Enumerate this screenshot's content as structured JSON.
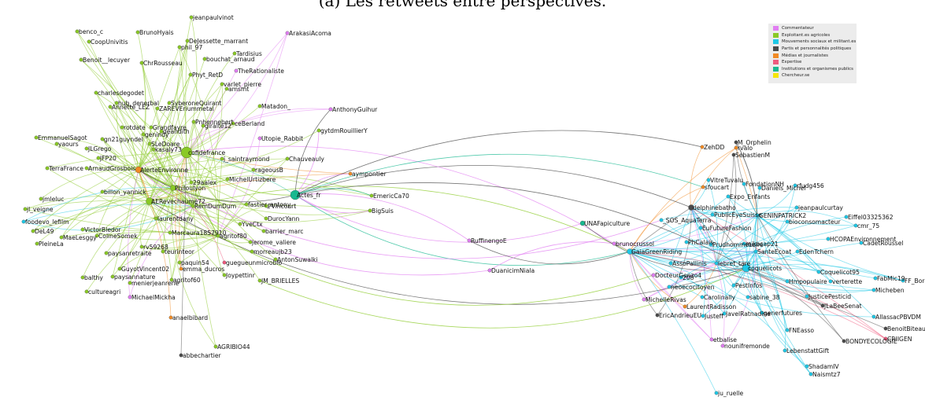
{
  "caption": "(a) Les retweets entre perspectives.",
  "legend": [
    {
      "label": "Commentateur",
      "color": "#e17ef2"
    },
    {
      "label": "Exploitant.es agricoles",
      "color": "#8ac926"
    },
    {
      "label": "Mouvements sociaux et militant.es",
      "color": "#1ec8e6"
    },
    {
      "label": "Partis et personnalités politiques",
      "color": "#4a4a4a"
    },
    {
      "label": "Médias et journalistes",
      "color": "#f08a24"
    },
    {
      "label": "Expertise",
      "color": "#ee5a7e"
    },
    {
      "label": "Institutions et organismes publics",
      "color": "#18b890"
    },
    {
      "label": "Chercheur.se",
      "color": "#f5e50a"
    }
  ],
  "nodes": [
    {
      "id": "jeanpaulvinot",
      "label": "jeanpaulvinot",
      "cat": 1
    },
    {
      "id": "benco_c",
      "label": "benco_c",
      "cat": 1
    },
    {
      "id": "CoopUnivitis",
      "label": "CoopUnivitis",
      "cat": 1
    },
    {
      "id": "BrunoHyais",
      "label": "BrunoHyais",
      "cat": 1
    },
    {
      "id": "DeJessette_marrant",
      "label": "DeJessette_marrant",
      "cat": 1
    },
    {
      "id": "phil_97",
      "label": "phil_97",
      "cat": 1
    },
    {
      "id": "ArakasiAcoma",
      "label": "ArakasiAcoma",
      "cat": 0
    },
    {
      "id": "Tardisius",
      "label": "Tardisius",
      "cat": 1
    },
    {
      "id": "Benoit_lecuyer",
      "label": "Benoit__lecuyer",
      "cat": 1
    },
    {
      "id": "ChrRousseau",
      "label": "ChrRousseau",
      "cat": 1
    },
    {
      "id": "bouchat_arnaud",
      "label": "bouchat_arnaud",
      "cat": 1
    },
    {
      "id": "TheRationaliste",
      "label": "TheRationaliste",
      "cat": 0
    },
    {
      "id": "Phyt_RetD",
      "label": "Phyt_RetD",
      "cat": 1
    },
    {
      "id": "varlet_pierre",
      "label": "varlet_pierre",
      "cat": 1
    },
    {
      "id": "amsmt",
      "label": "amsmt",
      "cat": 1
    },
    {
      "id": "charlesdegodet",
      "label": "charlesdegodet",
      "cat": 1
    },
    {
      "id": "Matadon_",
      "label": "Matadon_",
      "cat": 1
    },
    {
      "id": "hub_denerbal",
      "label": "hub_denerbal",
      "cat": 1
    },
    {
      "id": "SyberoneQuirant",
      "label": "SyberoneQuirant",
      "cat": 1
    },
    {
      "id": "AnthonyGuihur",
      "label": "AnthonyGuihur",
      "cat": 0
    },
    {
      "id": "AnnetteLEZ",
      "label": "Annette_LEZ",
      "cat": 1
    },
    {
      "id": "ZAREVEriummetal",
      "label": "ZAREVEriummetal",
      "cat": 1
    },
    {
      "id": "Pnhennebert",
      "label": "Pnhennebert",
      "cat": 1
    },
    {
      "id": "giralte12",
      "label": "giralte12",
      "cat": 1
    },
    {
      "id": "ceBerland",
      "label": "ceBerland",
      "cat": 1
    },
    {
      "id": "rotdate",
      "label": "rotdate",
      "cat": 1
    },
    {
      "id": "Grandfayre",
      "label": "Grandfayre",
      "cat": 1
    },
    {
      "id": "genindy",
      "label": "genindy",
      "cat": 1
    },
    {
      "id": "deandith",
      "label": "deandith",
      "cat": 1
    },
    {
      "id": "gytdmRouillierY",
      "label": "gytdmRouillierY",
      "cat": 1
    },
    {
      "id": "EmmanuelSagot",
      "label": "EmmanuelSagot",
      "cat": 1
    },
    {
      "id": "gn21guyndel",
      "label": "gn21guyndel",
      "cat": 1
    },
    {
      "id": "Utopie_Rabbit",
      "label": "Utopie_Rabbit",
      "cat": 0
    },
    {
      "id": "yaours",
      "label": "yaours",
      "cat": 1
    },
    {
      "id": "JLGrego",
      "label": "JLGrego",
      "cat": 1
    },
    {
      "id": "SLeDoare",
      "label": "SLeDoare",
      "cat": 1
    },
    {
      "id": "cofidefrance",
      "label": "cofidefrance",
      "cat": 1
    },
    {
      "id": "kasaly73",
      "label": "kasaly73",
      "cat": 1
    },
    {
      "id": "j_saintraymond",
      "label": "j_saintraymond",
      "cat": 1
    },
    {
      "id": "Chauveauly",
      "label": "Chauveauly",
      "cat": 1
    },
    {
      "id": "JFP20",
      "label": "JFP20",
      "cat": 1
    },
    {
      "id": "TerraFrance",
      "label": "TerraFrance",
      "cat": 1
    },
    {
      "id": "ArnaudGrosbois",
      "label": "ArnaudGrosbois",
      "cat": 1
    },
    {
      "id": "AlerteEnvironne",
      "label": "AlerteEnvironne",
      "cat": 4
    },
    {
      "id": "rageousB",
      "label": "rageousB",
      "cat": 1
    },
    {
      "id": "aympontier",
      "label": "aympontier",
      "cat": 4
    },
    {
      "id": "billon_yannick",
      "label": "billon_yannick",
      "cat": 1
    },
    {
      "id": "Philoulyon",
      "label": "Philoulyon",
      "cat": 1
    },
    {
      "id": "29aalex",
      "label": "29aalex",
      "cat": 1
    },
    {
      "id": "MichelUrtizbere",
      "label": "MichelUrtizbere",
      "cat": 1
    },
    {
      "id": "Actes_fr",
      "label": "Actes_fr",
      "cat": 6
    },
    {
      "id": "EmericCa70",
      "label": "EmericCa70",
      "cat": 1
    },
    {
      "id": "jmleluc",
      "label": "jmleluc",
      "cat": 1
    },
    {
      "id": "AERevechaume72",
      "label": "AERevechaume72",
      "cat": 1
    },
    {
      "id": "RemDumDum",
      "label": "RemDumDum",
      "cat": 1
    },
    {
      "id": "fastier_antony",
      "label": "fastier_antony",
      "cat": 1
    },
    {
      "id": "PVincourt",
      "label": "PVincourt",
      "cat": 1
    },
    {
      "id": "BigSuis",
      "label": "BigSuis",
      "cat": 1
    },
    {
      "id": "jl_veigne",
      "label": "jl_veigne",
      "cat": 1
    },
    {
      "id": "foodevo_lefilm",
      "label": "foodevo_lefilm",
      "cat": 2
    },
    {
      "id": "laurentdany",
      "label": "laurentdany",
      "cat": 1
    },
    {
      "id": "DurocYann",
      "label": "DurocYann",
      "cat": 1
    },
    {
      "id": "DeL49",
      "label": "DeL49",
      "cat": 1
    },
    {
      "id": "VictorBledor",
      "label": "VictorBledor",
      "cat": 1
    },
    {
      "id": "ColineSomek",
      "label": "ColineSomek",
      "cat": 1
    },
    {
      "id": "YveCtx",
      "label": "YveCtx",
      "cat": 1
    },
    {
      "id": "MaeLesggy",
      "label": "MaeLesggy",
      "cat": 1
    },
    {
      "id": "Marcaura1857910",
      "label": "Marcaura1857910",
      "cat": 1
    },
    {
      "id": "agritof80",
      "label": "agritof80",
      "cat": 1
    },
    {
      "id": "barrier_marc",
      "label": "barrier_marc",
      "cat": 1
    },
    {
      "id": "PleineLa",
      "label": "PleineLa",
      "cat": 1
    },
    {
      "id": "paysanretraite",
      "label": "paysanretraite",
      "cat": 1
    },
    {
      "id": "rv59268",
      "label": "rv59268",
      "cat": 1
    },
    {
      "id": "UNAFapiculture",
      "label": "UNAFapiculture",
      "cat": 6
    },
    {
      "id": "RuffinengoE",
      "label": "RuffinengoE",
      "cat": 0
    },
    {
      "id": "jerome_valiere",
      "label": "jerome_valiere",
      "cat": 1
    },
    {
      "id": "teurinteor",
      "label": "teurinteor",
      "cat": 1
    },
    {
      "id": "paquin54",
      "label": "paquin54",
      "cat": 1
    },
    {
      "id": "guegueunmicrobio",
      "label": "guegueunmicrobio",
      "cat": 5
    },
    {
      "id": "morreaujb23",
      "label": "morreaujb23",
      "cat": 1
    },
    {
      "id": "AntonSuwalki",
      "label": "AntonSuwalki",
      "cat": 1
    },
    {
      "id": "GuyotVincent02",
      "label": "GuyotVincent02",
      "cat": 1
    },
    {
      "id": "emma_ducros",
      "label": "emma_ducros",
      "cat": 4
    },
    {
      "id": "balthy",
      "label": "balthy",
      "cat": 1
    },
    {
      "id": "paysannature",
      "label": "paysannature",
      "cat": 1
    },
    {
      "id": "agritof60",
      "label": "agritof60",
      "cat": 1
    },
    {
      "id": "menierjeanrene",
      "label": "menierjeanrene",
      "cat": 1
    },
    {
      "id": "Joypettinr",
      "label": "Joypettinr",
      "cat": 1
    },
    {
      "id": "JM_BRIELLES",
      "label": "JM_BRIELLES",
      "cat": 1
    },
    {
      "id": "DuanicimNiala",
      "label": "DuanicimNiala",
      "cat": 0
    },
    {
      "id": "cultureagri",
      "label": "cultureagri",
      "cat": 1
    },
    {
      "id": "MichaelMickha",
      "label": "MichaelMickha",
      "cat": 0
    },
    {
      "id": "anaelbibard",
      "label": "anaelbibard",
      "cat": 4
    },
    {
      "id": "abbechartier",
      "label": "abbechartier",
      "cat": 3
    },
    {
      "id": "AGRIBIO44",
      "label": "AGRIBIO44",
      "cat": 1
    },
    {
      "id": "M_Orphelin",
      "label": "M_Orphelin",
      "cat": 3
    },
    {
      "id": "ZehDD",
      "label": "ZehDD",
      "cat": 4
    },
    {
      "id": "rvalo",
      "label": "rvalo",
      "cat": 4
    },
    {
      "id": "SebastienM",
      "label": "SebastienM",
      "cat": 3
    },
    {
      "id": "VitreTuvalu",
      "label": "VitreTuvalu",
      "cat": 2
    },
    {
      "id": "FondationNH",
      "label": "FondationNH",
      "cat": 2
    },
    {
      "id": "sfoucart",
      "label": "sfoucart",
      "cat": 4
    },
    {
      "id": "DanielsMichel",
      "label": "Daniels_Michel",
      "cat": 2
    },
    {
      "id": "rfudg456",
      "label": "rfudg456",
      "cat": 2
    },
    {
      "id": "Expo_Enfants",
      "label": "Expo_Enfants",
      "cat": 2
    },
    {
      "id": "delphinebatho",
      "label": "delphinebatho",
      "cat": 3
    },
    {
      "id": "PublicEyeSuisse",
      "label": "PublicEyeSuisse",
      "cat": 2
    },
    {
      "id": "GENINPATRICK2",
      "label": "GENINPATRICK2",
      "cat": 2
    },
    {
      "id": "jeanpaulcurtay",
      "label": "jeanpaulcurtay",
      "cat": 2
    },
    {
      "id": "Eiffel03325362",
      "label": "Eiffel03325362",
      "cat": 2
    },
    {
      "id": "SOS_AquaTerra",
      "label": "_SOS_AquaTerra",
      "cat": 2
    },
    {
      "id": "bioconsomacteur",
      "label": "bioconsomacteur",
      "cat": 2
    },
    {
      "id": "cmr_75",
      "label": "cmr_75",
      "cat": 2
    },
    {
      "id": "EuFutureFashion",
      "label": "EuFutureFashion",
      "cat": 2
    },
    {
      "id": "brunocrussol",
      "label": "brunocrussol",
      "cat": 0
    },
    {
      "id": "PhCalais",
      "label": "PhCalais",
      "cat": 2
    },
    {
      "id": "GaiaGreenRiding",
      "label": "GaiaGreenRiding",
      "cat": 2
    },
    {
      "id": "Prudhommet",
      "label": "PrudhommeLoire",
      "cat": 2
    },
    {
      "id": "mikocap21",
      "label": "mikocap21",
      "cat": 2
    },
    {
      "id": "HCOPAEnvironnement",
      "label": "HCOPAEnvironnement",
      "cat": 2
    },
    {
      "id": "SanteEcoat",
      "label": "SanteEcoat",
      "cat": 2
    },
    {
      "id": "CadetRoussel",
      "label": "CadetRoussel",
      "cat": 2
    },
    {
      "id": "EdenTchern",
      "label": "EdenTchern",
      "cat": 2
    },
    {
      "id": "AssoPallinis",
      "label": "AssoPallinis",
      "cat": 2
    },
    {
      "id": "lebret_tare",
      "label": "lebret_tare",
      "cat": 2
    },
    {
      "id": "coquelicots",
      "label": "coquelicots",
      "cat": 2
    },
    {
      "id": "DocteurGonzo4",
      "label": "DocteurGonzo4",
      "cat": 0
    },
    {
      "id": "208",
      "label": "208",
      "cat": 2
    },
    {
      "id": "Coquelicot95",
      "label": "Coquelicot95",
      "cat": 2
    },
    {
      "id": "verterette",
      "label": "verterette",
      "cat": 2
    },
    {
      "id": "FabMic19",
      "label": "FabMic19",
      "cat": 2
    },
    {
      "id": "FF_Bordeaux",
      "label": "FF_Bordeaux",
      "cat": 2
    },
    {
      "id": "neoecocitoyen",
      "label": "neoecocitoyen",
      "cat": 2
    },
    {
      "id": "PestInfos",
      "label": "PestInfos",
      "cat": 2
    },
    {
      "id": "Hmpopulaire",
      "label": "Hmpopulaire",
      "cat": 2
    },
    {
      "id": "Micheben",
      "label": "Micheben",
      "cat": 2
    },
    {
      "id": "MichelleRivas",
      "label": "MichelleRivas",
      "cat": 0
    },
    {
      "id": "Carolinally",
      "label": "Carolinally",
      "cat": 2
    },
    {
      "id": "sabine_38",
      "label": "sabine_38",
      "cat": 2
    },
    {
      "id": "JusticePesticid",
      "label": "JusticePesticid",
      "cat": 2
    },
    {
      "id": "LaurentRadisson",
      "label": "LaurentRadisson",
      "cat": 4
    },
    {
      "id": "JLaBeeSenat",
      "label": "JLaBeeSenat",
      "cat": 3
    },
    {
      "id": "EricAndrieuEU",
      "label": "EricAndrieuEU",
      "cat": 3
    },
    {
      "id": "Justeff",
      "label": "Justeff",
      "cat": 2
    },
    {
      "id": "JavelRatnadine",
      "label": "JavelRatnadine",
      "cat": 2
    },
    {
      "id": "generfutures",
      "label": "generfutures",
      "cat": 2
    },
    {
      "id": "AllassacPBVDM",
      "label": "AllassacPBVDM",
      "cat": 2
    },
    {
      "id": "BenoitBiteau",
      "label": "BenoitBiteau",
      "cat": 3
    },
    {
      "id": "FNEasso",
      "label": "FNEasso",
      "cat": 2
    },
    {
      "id": "CRIIGEN",
      "label": "CRIIGEN",
      "cat": 5
    },
    {
      "id": "BONDYECOLOGIE",
      "label": "BONDYECOLOGIE",
      "cat": 3
    },
    {
      "id": "etbalise",
      "label": "etbalise",
      "cat": 0
    },
    {
      "id": "nounifremonde",
      "label": "nounifremonde",
      "cat": 0
    },
    {
      "id": "LebensstattGift",
      "label": "LebenstattGift",
      "cat": 2
    },
    {
      "id": "ShadamIV",
      "label": "ShadamIV",
      "cat": 2
    },
    {
      "id": "Naismtz7",
      "label": "Naismtz7",
      "cat": 2
    },
    {
      "id": "ju_ruelle",
      "label": "ju_ruelle",
      "cat": 2
    }
  ]
}
